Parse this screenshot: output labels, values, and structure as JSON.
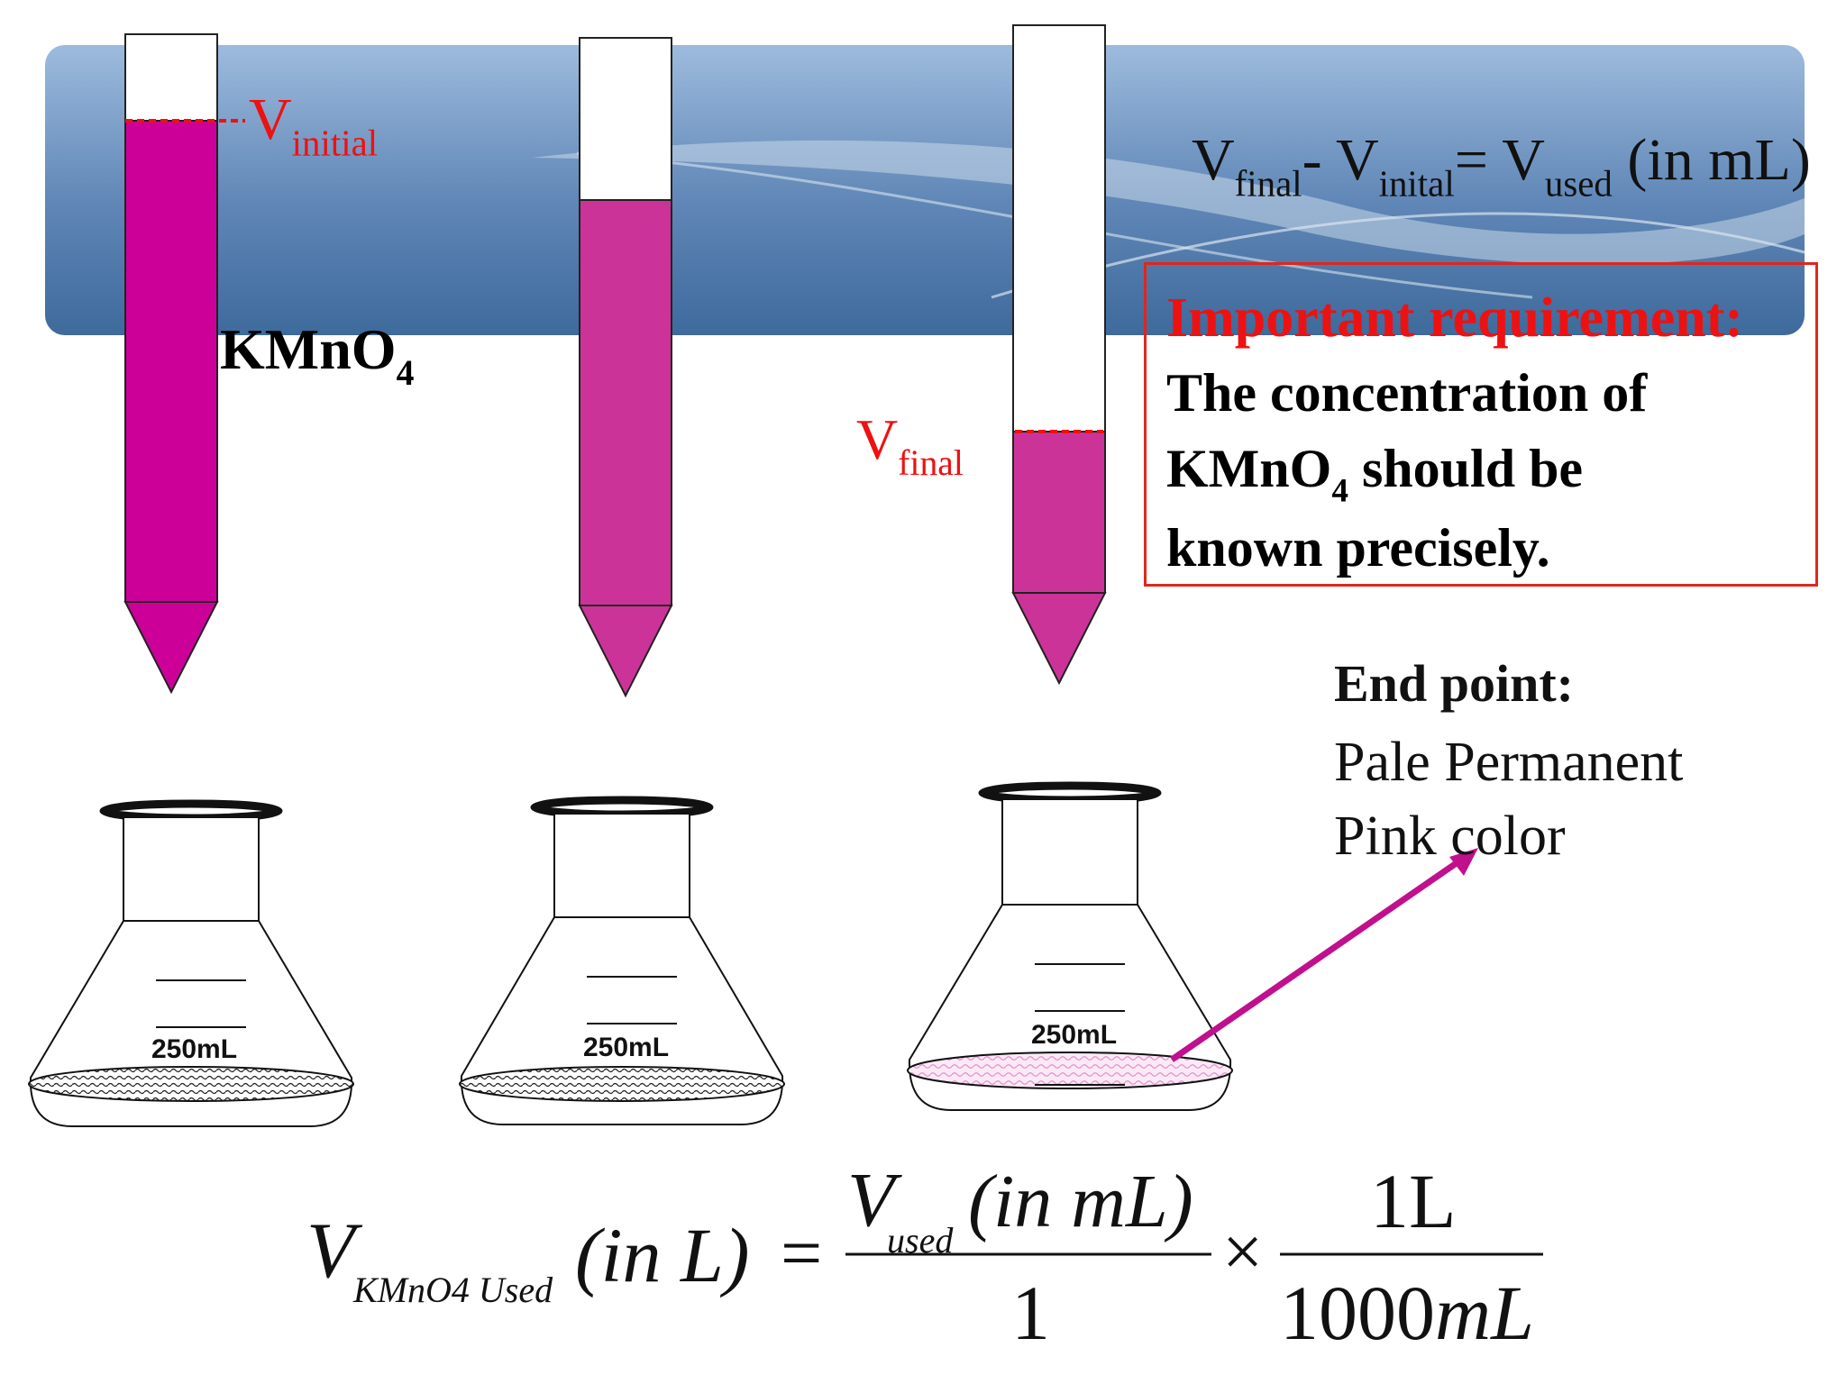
{
  "labels": {
    "v_initial": {
      "main": "V",
      "sub": "initial"
    },
    "kmno4": {
      "main": "KMnO",
      "sub": "4"
    },
    "v_final": {
      "main": "V",
      "sub": "final"
    }
  },
  "top_formula": {
    "v1": "V",
    "s1": "final",
    "minus": "- ",
    "v2": "V",
    "s2": "inital",
    "equals": "= ",
    "v3": "V",
    "s3": "used",
    "unit": "(in mL)"
  },
  "requirement": {
    "title": "Important requirement:",
    "line1": "The concentration of",
    "line2_a": "KMnO",
    "line2_sub": "4",
    "line2_b": " should be",
    "line3": "known precisely."
  },
  "end_point": {
    "title": "End point:",
    "line1": "Pale Permanent",
    "line2": "Pink color"
  },
  "flasks": [
    {
      "volume_label": "250mL"
    },
    {
      "volume_label": "250mL"
    },
    {
      "volume_label": "250mL"
    }
  ],
  "bottom_formula": {
    "lhs_V": "V",
    "lhs_sub": "KMnO4 Used",
    "lhs_unit": "(in L)",
    "equals": "=",
    "frac1_num_V": "V",
    "frac1_num_sub": "used",
    "frac1_num_unit": "(in mL)",
    "frac1_den": "1",
    "times": "×",
    "frac2_num": "1L",
    "frac2_den_num": "1000",
    "frac2_den_unit": "mL"
  },
  "colors": {
    "kmno4_full": "#cc0099",
    "kmno4_mid": "#cc3399",
    "banner_dark": "#3e6a9c",
    "banner_light": "#9dbbdd",
    "pointer_arrow": "#c0108e",
    "annotation_red": "#ee1111"
  }
}
